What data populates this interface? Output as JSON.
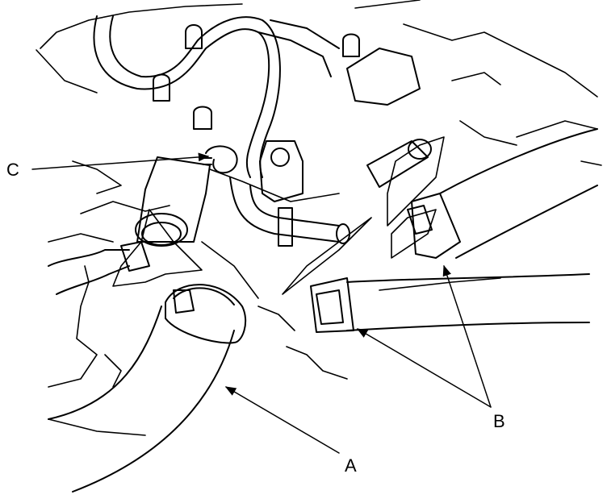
{
  "callouts": [
    {
      "id": "A",
      "label": "A"
    },
    {
      "id": "B",
      "label": "B"
    },
    {
      "id": "C",
      "label": "C"
    }
  ],
  "colors": {
    "line": "#000000",
    "fill": "#ffffff"
  }
}
